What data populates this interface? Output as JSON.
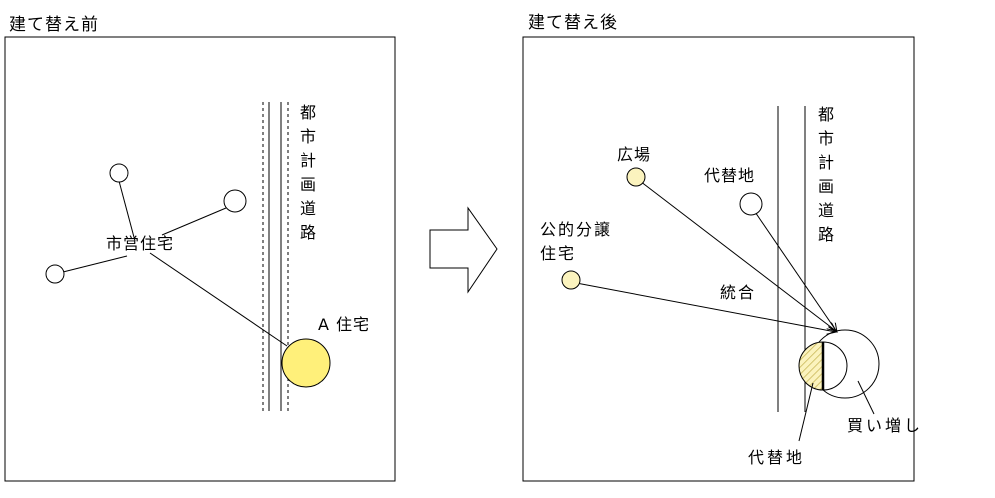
{
  "colors": {
    "line": "#000000",
    "fill_yellow": "#fff07a",
    "fill_pale_yellow": "#fbf3be",
    "hatch": "#c9b85a",
    "background": "#ffffff"
  },
  "before": {
    "title": "建て替え前",
    "municipal_housing_label": "市営住宅",
    "road_label": "都市計画道路",
    "house_a_label": "A 住宅"
  },
  "after": {
    "title": "建て替え後",
    "plaza_label": "広場",
    "alt_site_top_label": "代替地",
    "public_housing_label_line1": "公的分譲",
    "public_housing_label_line2": "住宅",
    "merge_label": "統合",
    "road_label": "都市計画道路",
    "additional_purchase_label": "買い増し",
    "alt_site_bottom_label": "代替地"
  },
  "arrow_icon": "right-arrow-icon"
}
